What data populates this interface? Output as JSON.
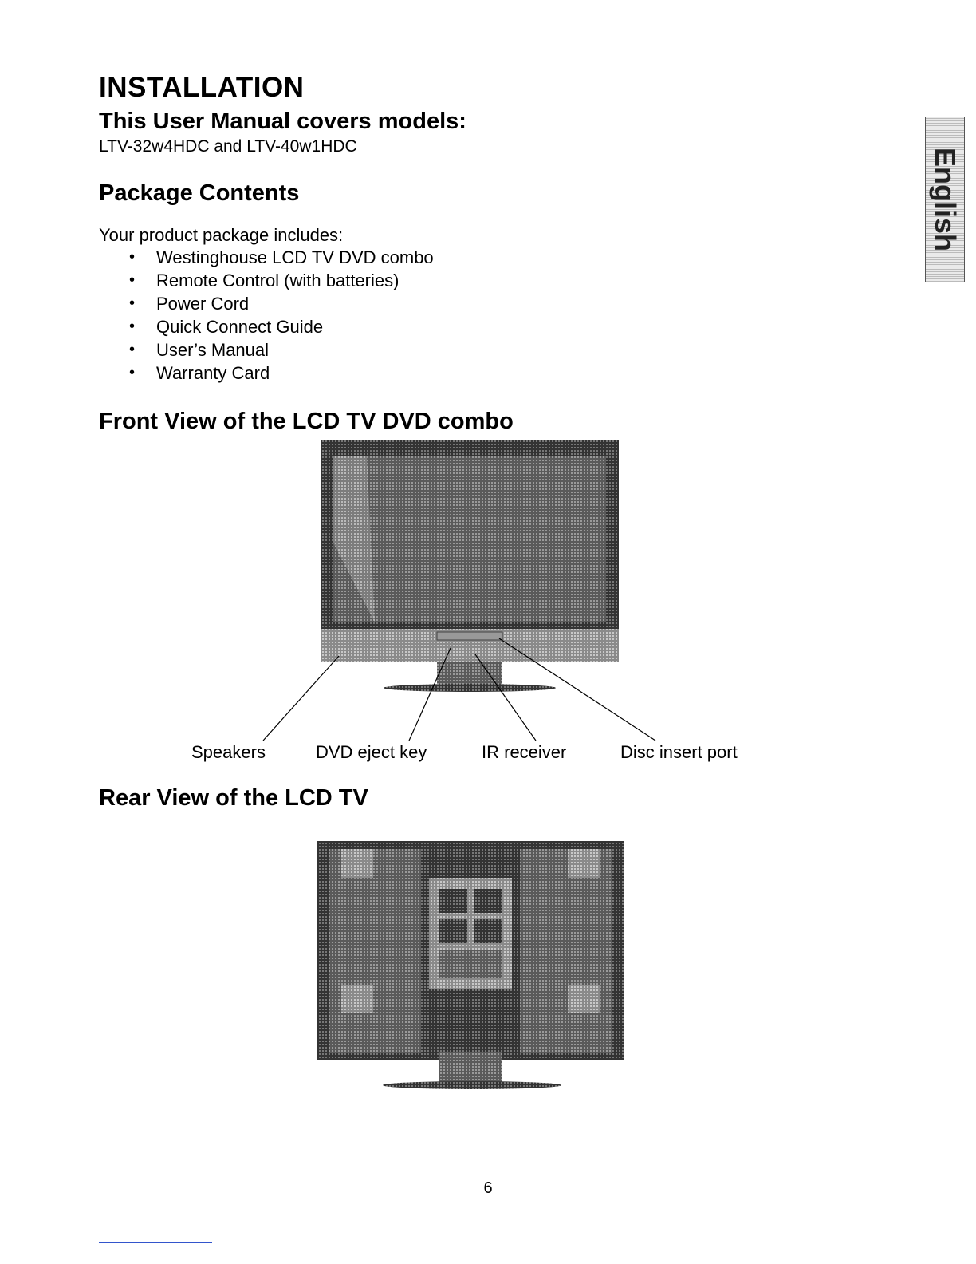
{
  "header": {
    "title": "INSTALLATION",
    "subtitle": "This User Manual covers models:",
    "models": "LTV-32w4HDC and LTV-40w1HDC"
  },
  "package": {
    "heading": "Package Contents",
    "intro": "Your product package includes:",
    "items": [
      "Westinghouse LCD TV DVD combo",
      "Remote Control (with batteries)",
      "Power Cord",
      "Quick Connect Guide",
      "User’s Manual",
      "Warranty Card"
    ]
  },
  "front_view": {
    "heading": "Front View of the LCD TV DVD combo",
    "labels": [
      "Speakers",
      "DVD eject key",
      "IR receiver",
      "Disc insert port"
    ]
  },
  "rear_view": {
    "heading": "Rear View of the LCD TV"
  },
  "side_tab": "English",
  "page_number": "6"
}
